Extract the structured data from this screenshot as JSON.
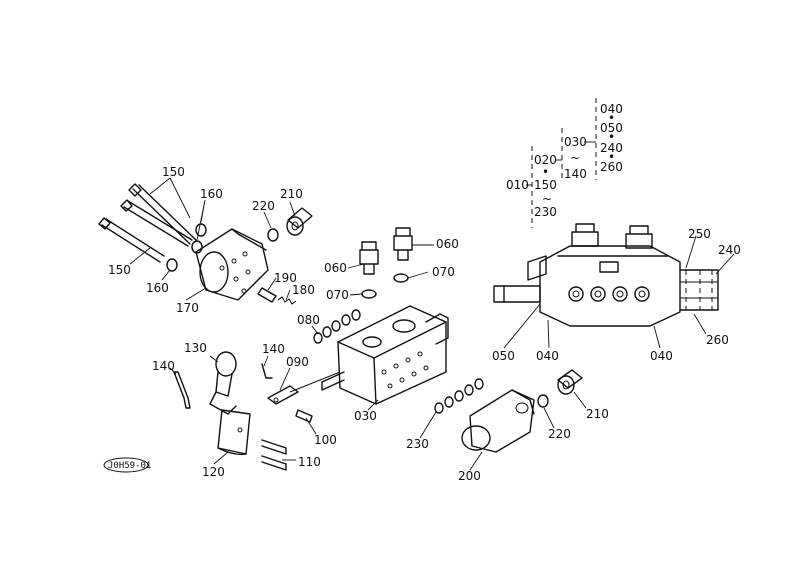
{
  "labels": {
    "p150a": "150",
    "p160a": "160",
    "p210a": "210",
    "p220a": "220",
    "p150b": "150",
    "p160b": "160",
    "p170": "170",
    "p190": "190",
    "p180": "180",
    "p060a": "060",
    "p060b": "060",
    "p070a": "070",
    "p070b": "070",
    "p080": "080",
    "p130": "130",
    "p140a": "140",
    "p140b": "140",
    "p090": "090",
    "p100": "100",
    "p110": "110",
    "p120": "120",
    "p030": "030",
    "p230": "230",
    "p200": "200",
    "p220b": "220",
    "p210b": "210",
    "p050": "050",
    "p040a": "040",
    "p040b": "040",
    "p250": "250",
    "p240": "240",
    "p260": "260"
  },
  "assembly_tree": {
    "root": "010",
    "g1_top": "020",
    "g1_mid": "150",
    "g1_bot": "230",
    "g2_top": "030",
    "g2_bot": "140",
    "g3_a": "040",
    "g3_b": "050",
    "g3_c": "240",
    "g3_d": "260"
  },
  "drawing_ref": "J0H59-01"
}
